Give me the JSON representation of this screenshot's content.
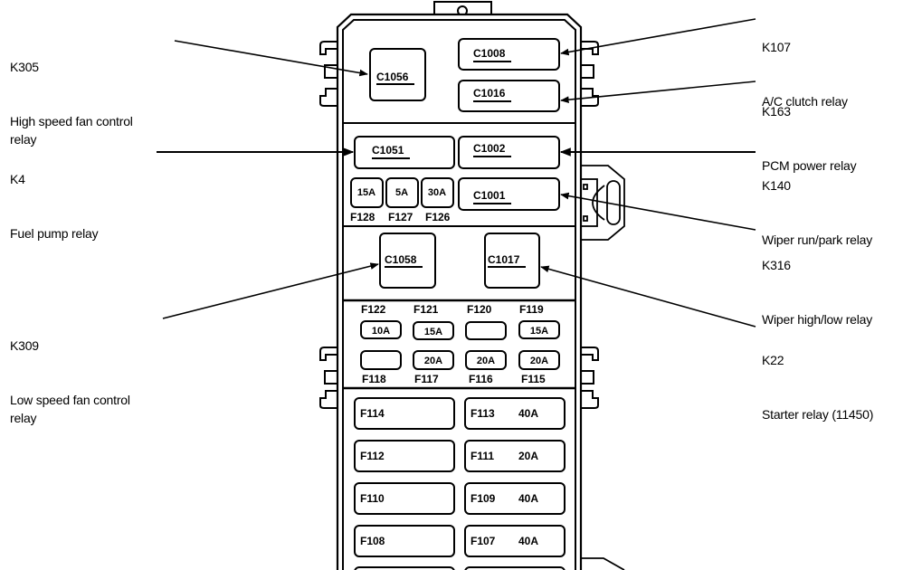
{
  "callouts": {
    "k305": {
      "code": "K305",
      "desc": "High speed fan control\nrelay"
    },
    "k4": {
      "code": "K4",
      "desc": "Fuel pump relay"
    },
    "k309": {
      "code": "K309",
      "desc": "Low speed fan control\nrelay"
    },
    "k107": {
      "code": "K107",
      "desc": "A/C clutch relay"
    },
    "k163": {
      "code": "K163",
      "desc": "PCM power relay"
    },
    "k140": {
      "code": "K140",
      "desc": "Wiper run/park relay"
    },
    "k316": {
      "code": "K316",
      "desc": "Wiper high/low relay"
    },
    "k22": {
      "code": "K22",
      "desc": "Starter relay (11450)"
    }
  },
  "relays": {
    "c1056": "C1056",
    "c1008": "C1008",
    "c1016": "C1016",
    "c1051": "C1051",
    "c1002": "C1002",
    "c1001": "C1001",
    "c1058": "C1058",
    "c1017": "C1017"
  },
  "mini_fuses": [
    {
      "id": "F128",
      "rating": "15A"
    },
    {
      "id": "F127",
      "rating": "5A"
    },
    {
      "id": "F126",
      "rating": "30A"
    }
  ],
  "fuse_row_top": [
    {
      "id": "F122",
      "rating": "10A"
    },
    {
      "id": "F121",
      "rating": "15A"
    },
    {
      "id": "F120",
      "rating": ""
    },
    {
      "id": "F119",
      "rating": "15A"
    }
  ],
  "fuse_row_bottom": [
    {
      "id": "F118",
      "rating": ""
    },
    {
      "id": "F117",
      "rating": "20A"
    },
    {
      "id": "F116",
      "rating": "20A"
    },
    {
      "id": "F115",
      "rating": "20A"
    }
  ],
  "maxi_fuses": [
    {
      "id": "F114",
      "rating": ""
    },
    {
      "id": "F113",
      "rating": "40A"
    },
    {
      "id": "F112",
      "rating": ""
    },
    {
      "id": "F111",
      "rating": "20A"
    },
    {
      "id": "F110",
      "rating": ""
    },
    {
      "id": "F109",
      "rating": "40A"
    },
    {
      "id": "F108",
      "rating": ""
    },
    {
      "id": "F107",
      "rating": "40A"
    }
  ],
  "colors": {
    "ink": "#000000",
    "paper": "#ffffff"
  }
}
